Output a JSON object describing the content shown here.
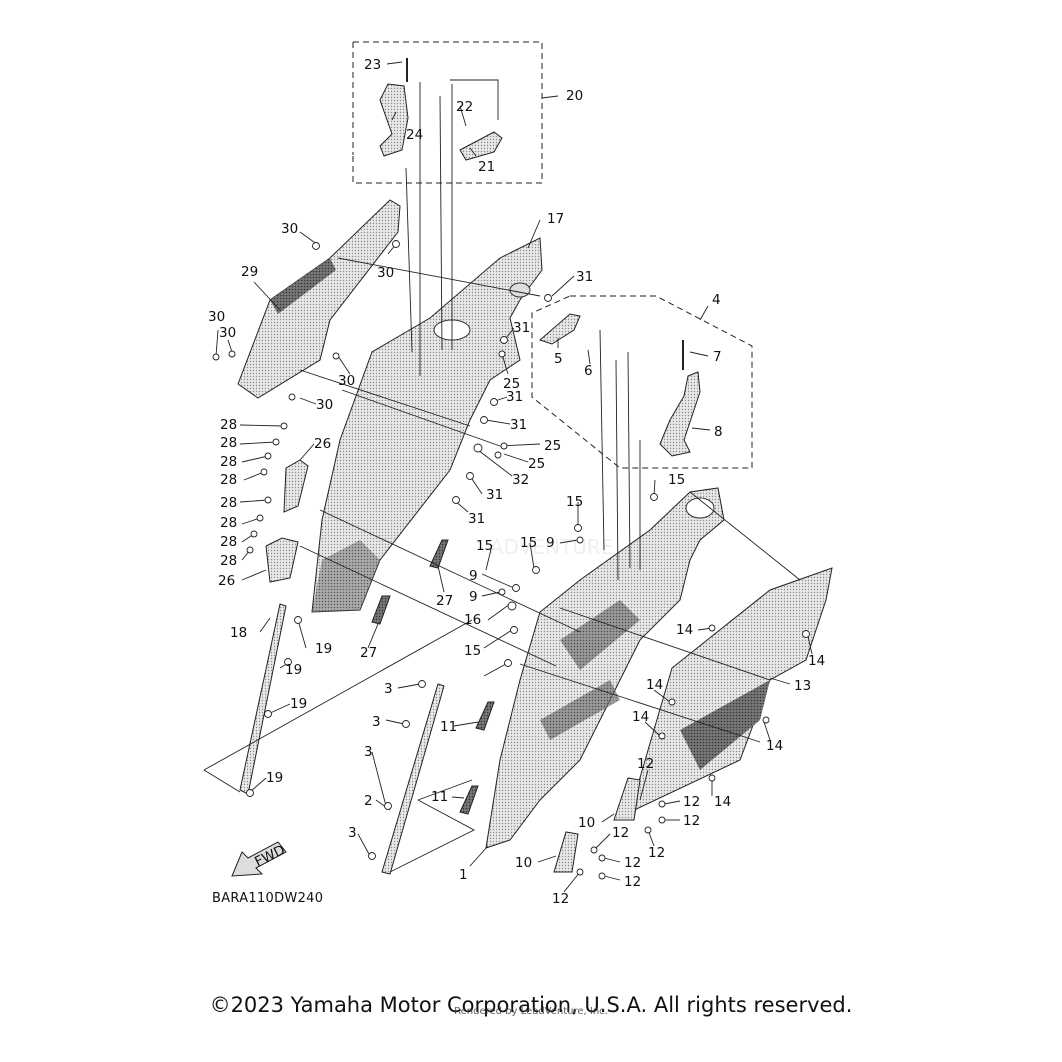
{
  "diagram_code": "BARA110DW240",
  "fwd_label": "FWD",
  "copyright": "©2023 Yamaha Motor Corporation, U.S.A. All rights reserved.",
  "rendered_by": "Rendered by LeadVenture, Inc.",
  "watermark": "ADVENTURE",
  "callouts": {
    "n1": "1",
    "n2": "2",
    "n3a": "3",
    "n3b": "3",
    "n3c": "3",
    "n3d": "3",
    "n4": "4",
    "n5": "5",
    "n6": "6",
    "n7": "7",
    "n8": "8",
    "n9a": "9",
    "n9b": "9",
    "n9c": "9",
    "n10a": "10",
    "n10b": "10",
    "n11a": "11",
    "n11b": "11",
    "n12a": "12",
    "n12b": "12",
    "n12c": "12",
    "n12d": "12",
    "n12e": "12",
    "n12f": "12",
    "n12g": "12",
    "n12h": "12",
    "n13": "13",
    "n14a": "14",
    "n14b": "14",
    "n14c": "14",
    "n14d": "14",
    "n14e": "14",
    "n14f": "14",
    "n15a": "15",
    "n15b": "15",
    "n15c": "15",
    "n15d": "15",
    "n15e": "15",
    "n16": "16",
    "n17": "17",
    "n18": "18",
    "n19a": "19",
    "n19b": "19",
    "n19c": "19",
    "n19d": "19",
    "n20": "20",
    "n21": "21",
    "n22": "22",
    "n23": "23",
    "n24": "24",
    "n25a": "25",
    "n25b": "25",
    "n25c": "25",
    "n26a": "26",
    "n26b": "26",
    "n27a": "27",
    "n27b": "27",
    "n28a": "28",
    "n28b": "28",
    "n28c": "28",
    "n28d": "28",
    "n28e": "28",
    "n28f": "28",
    "n28g": "28",
    "n28h": "28",
    "n29": "29",
    "n30a": "30",
    "n30b": "30",
    "n30c": "30",
    "n30d": "30",
    "n30e": "30",
    "n30f": "30",
    "n31a": "31",
    "n31b": "31",
    "n31c": "31",
    "n31d": "31",
    "n31e": "31",
    "n31f": "31",
    "n32": "32"
  }
}
